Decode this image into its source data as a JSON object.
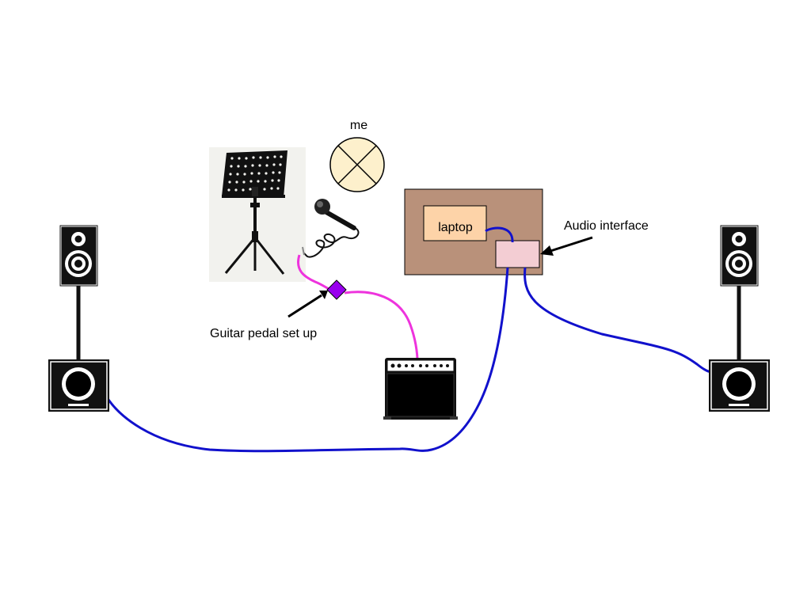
{
  "labels": {
    "me": "me",
    "laptop": "laptop",
    "audio_interface": "Audio interface",
    "guitar_pedal": "Guitar pedal set up"
  },
  "colors": {
    "canvas": "#ffffff",
    "desk": "#b9917a",
    "laptop": "#fdd3a8",
    "interface": "#f3cdd3",
    "me_circle": "#fdf0cc",
    "pedal": "#9900ee",
    "guitar_cable": "#ee33dd",
    "speaker_cable": "#1111cc",
    "equipment": "#000000"
  },
  "icons": {
    "music_stand": "music-stand-icon",
    "microphone": "microphone-icon",
    "amplifier": "guitar-amplifier-icon",
    "left_speaker": "speaker-monitor-icon",
    "right_speaker": "speaker-monitor-icon"
  }
}
